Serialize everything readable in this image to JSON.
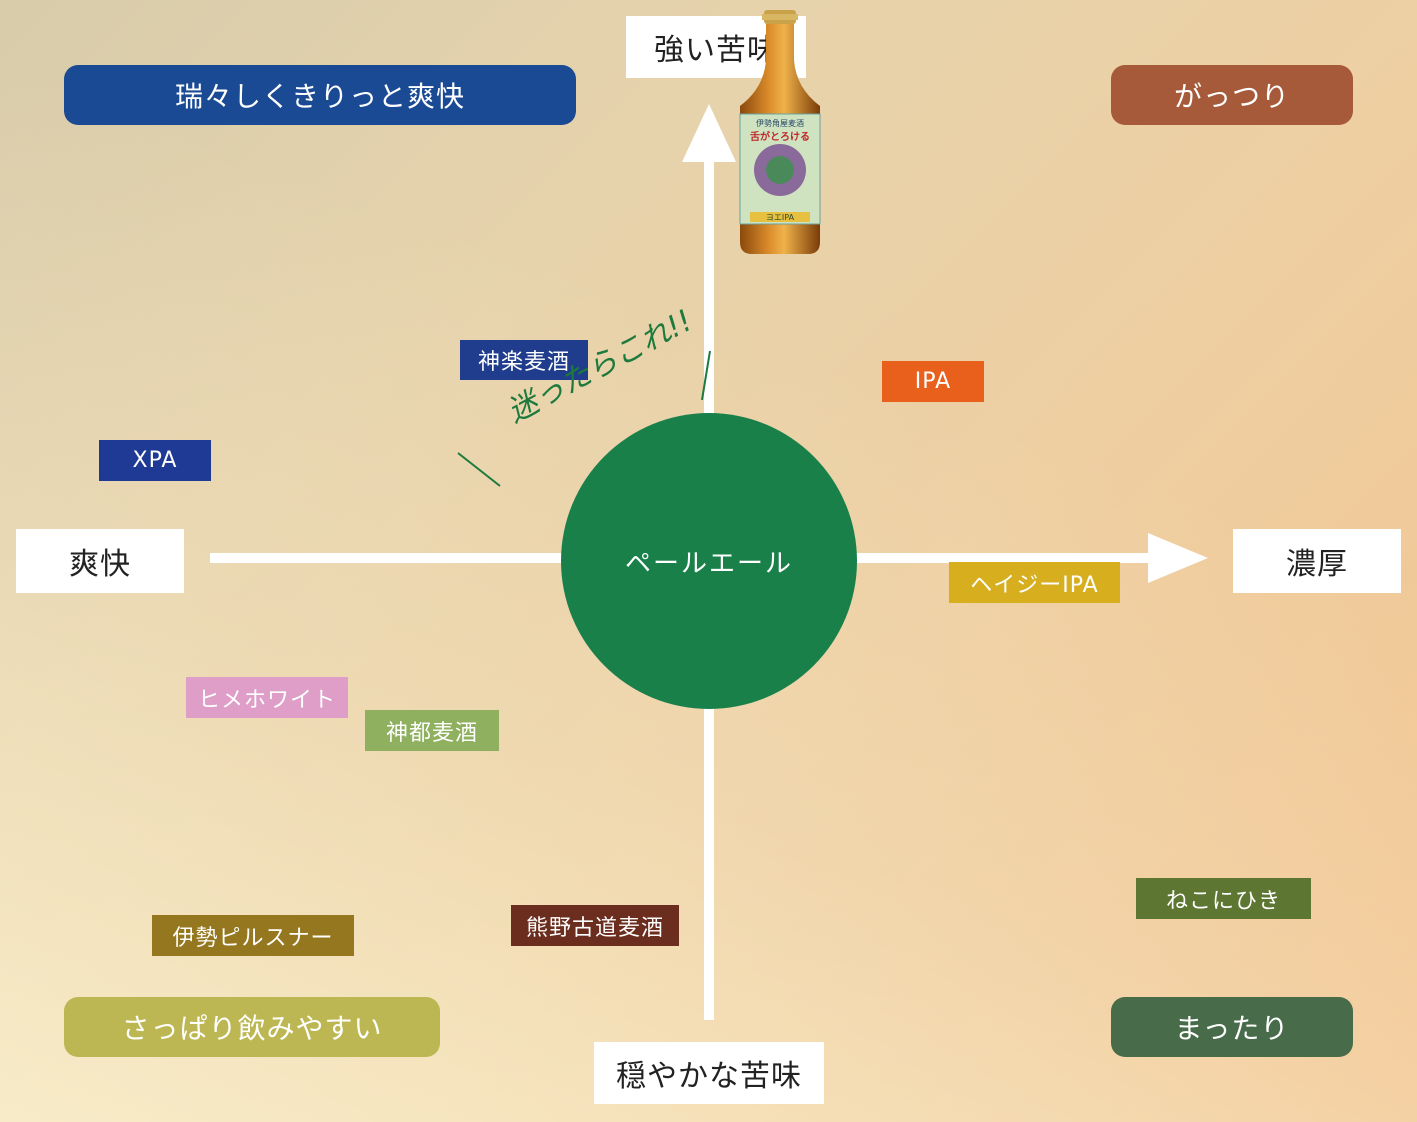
{
  "axes": {
    "top": "強い苦味",
    "bottom": "穏やかな苦味",
    "left": "爽快",
    "right": "濃厚"
  },
  "corners": {
    "top_left": "瑞々しくきりっと爽快",
    "top_right": "がっつり",
    "bottom_left": "さっぱり飲みやすい",
    "bottom_right": "まったり"
  },
  "center": {
    "label": "ペールエール",
    "note": "迷ったらこれ!!"
  },
  "beers": [
    {
      "name": "神楽麦酒",
      "color": "#1f3d8c"
    },
    {
      "name": "IPA",
      "color": "#e8601c"
    },
    {
      "name": "XPA",
      "color": "#1f3a94"
    },
    {
      "name": "ヘイジーIPA",
      "color": "#d6ae1e"
    },
    {
      "name": "ヒメホワイト",
      "color": "#de9ec8"
    },
    {
      "name": "神都麦酒",
      "color": "#8fb05e"
    },
    {
      "name": "伊勢ピルスナー",
      "color": "#94771f"
    },
    {
      "name": "熊野古道麦酒",
      "color": "#6b2d1e"
    },
    {
      "name": "ねこにひき",
      "color": "#5d7632"
    }
  ],
  "corner_colors": {
    "top_left": "#1a4a94",
    "top_right": "#a65a3a",
    "bottom_left": "#bcb752",
    "bottom_right": "#486b4a"
  },
  "bottle": {
    "label_lines": [
      "伊勢角屋麦酒",
      "舌がとろける",
      "ヨエIPA"
    ]
  }
}
